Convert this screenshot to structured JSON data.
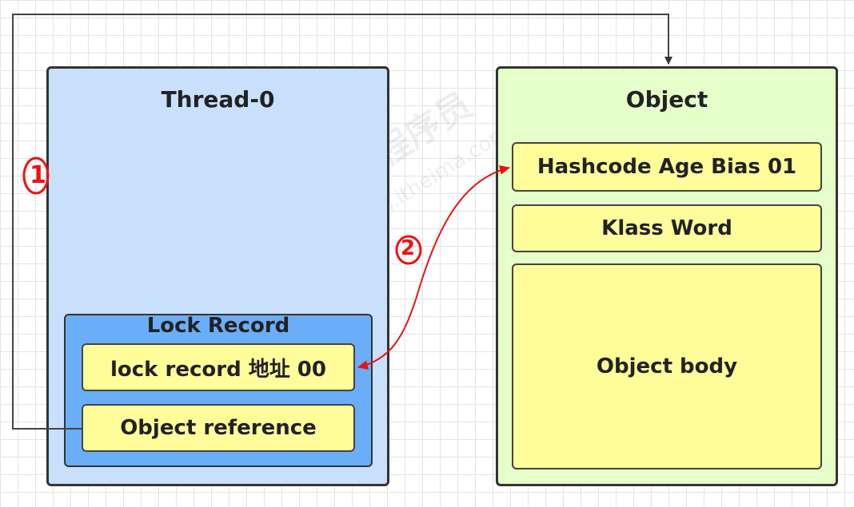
{
  "thread": {
    "title": "Thread-0",
    "lock_record": {
      "title": "Lock Record",
      "field_address": "lock  record 地址 00",
      "field_reference": "Object reference"
    }
  },
  "object": {
    "title": "Object",
    "fields": [
      "Hashcode Age Bias 01",
      "Klass Word",
      "Object body"
    ]
  },
  "annotations": {
    "step1": "1",
    "step2": "2"
  },
  "watermark": {
    "text": "黑马程序员",
    "sub": "www.itheima.com"
  },
  "colors": {
    "thread_fill": "#c9e0fd",
    "lock_record_fill": "#6aaef9",
    "object_fill": "#e6ffca",
    "field_fill": "#fffd9a",
    "annotation": "#ee1111"
  }
}
